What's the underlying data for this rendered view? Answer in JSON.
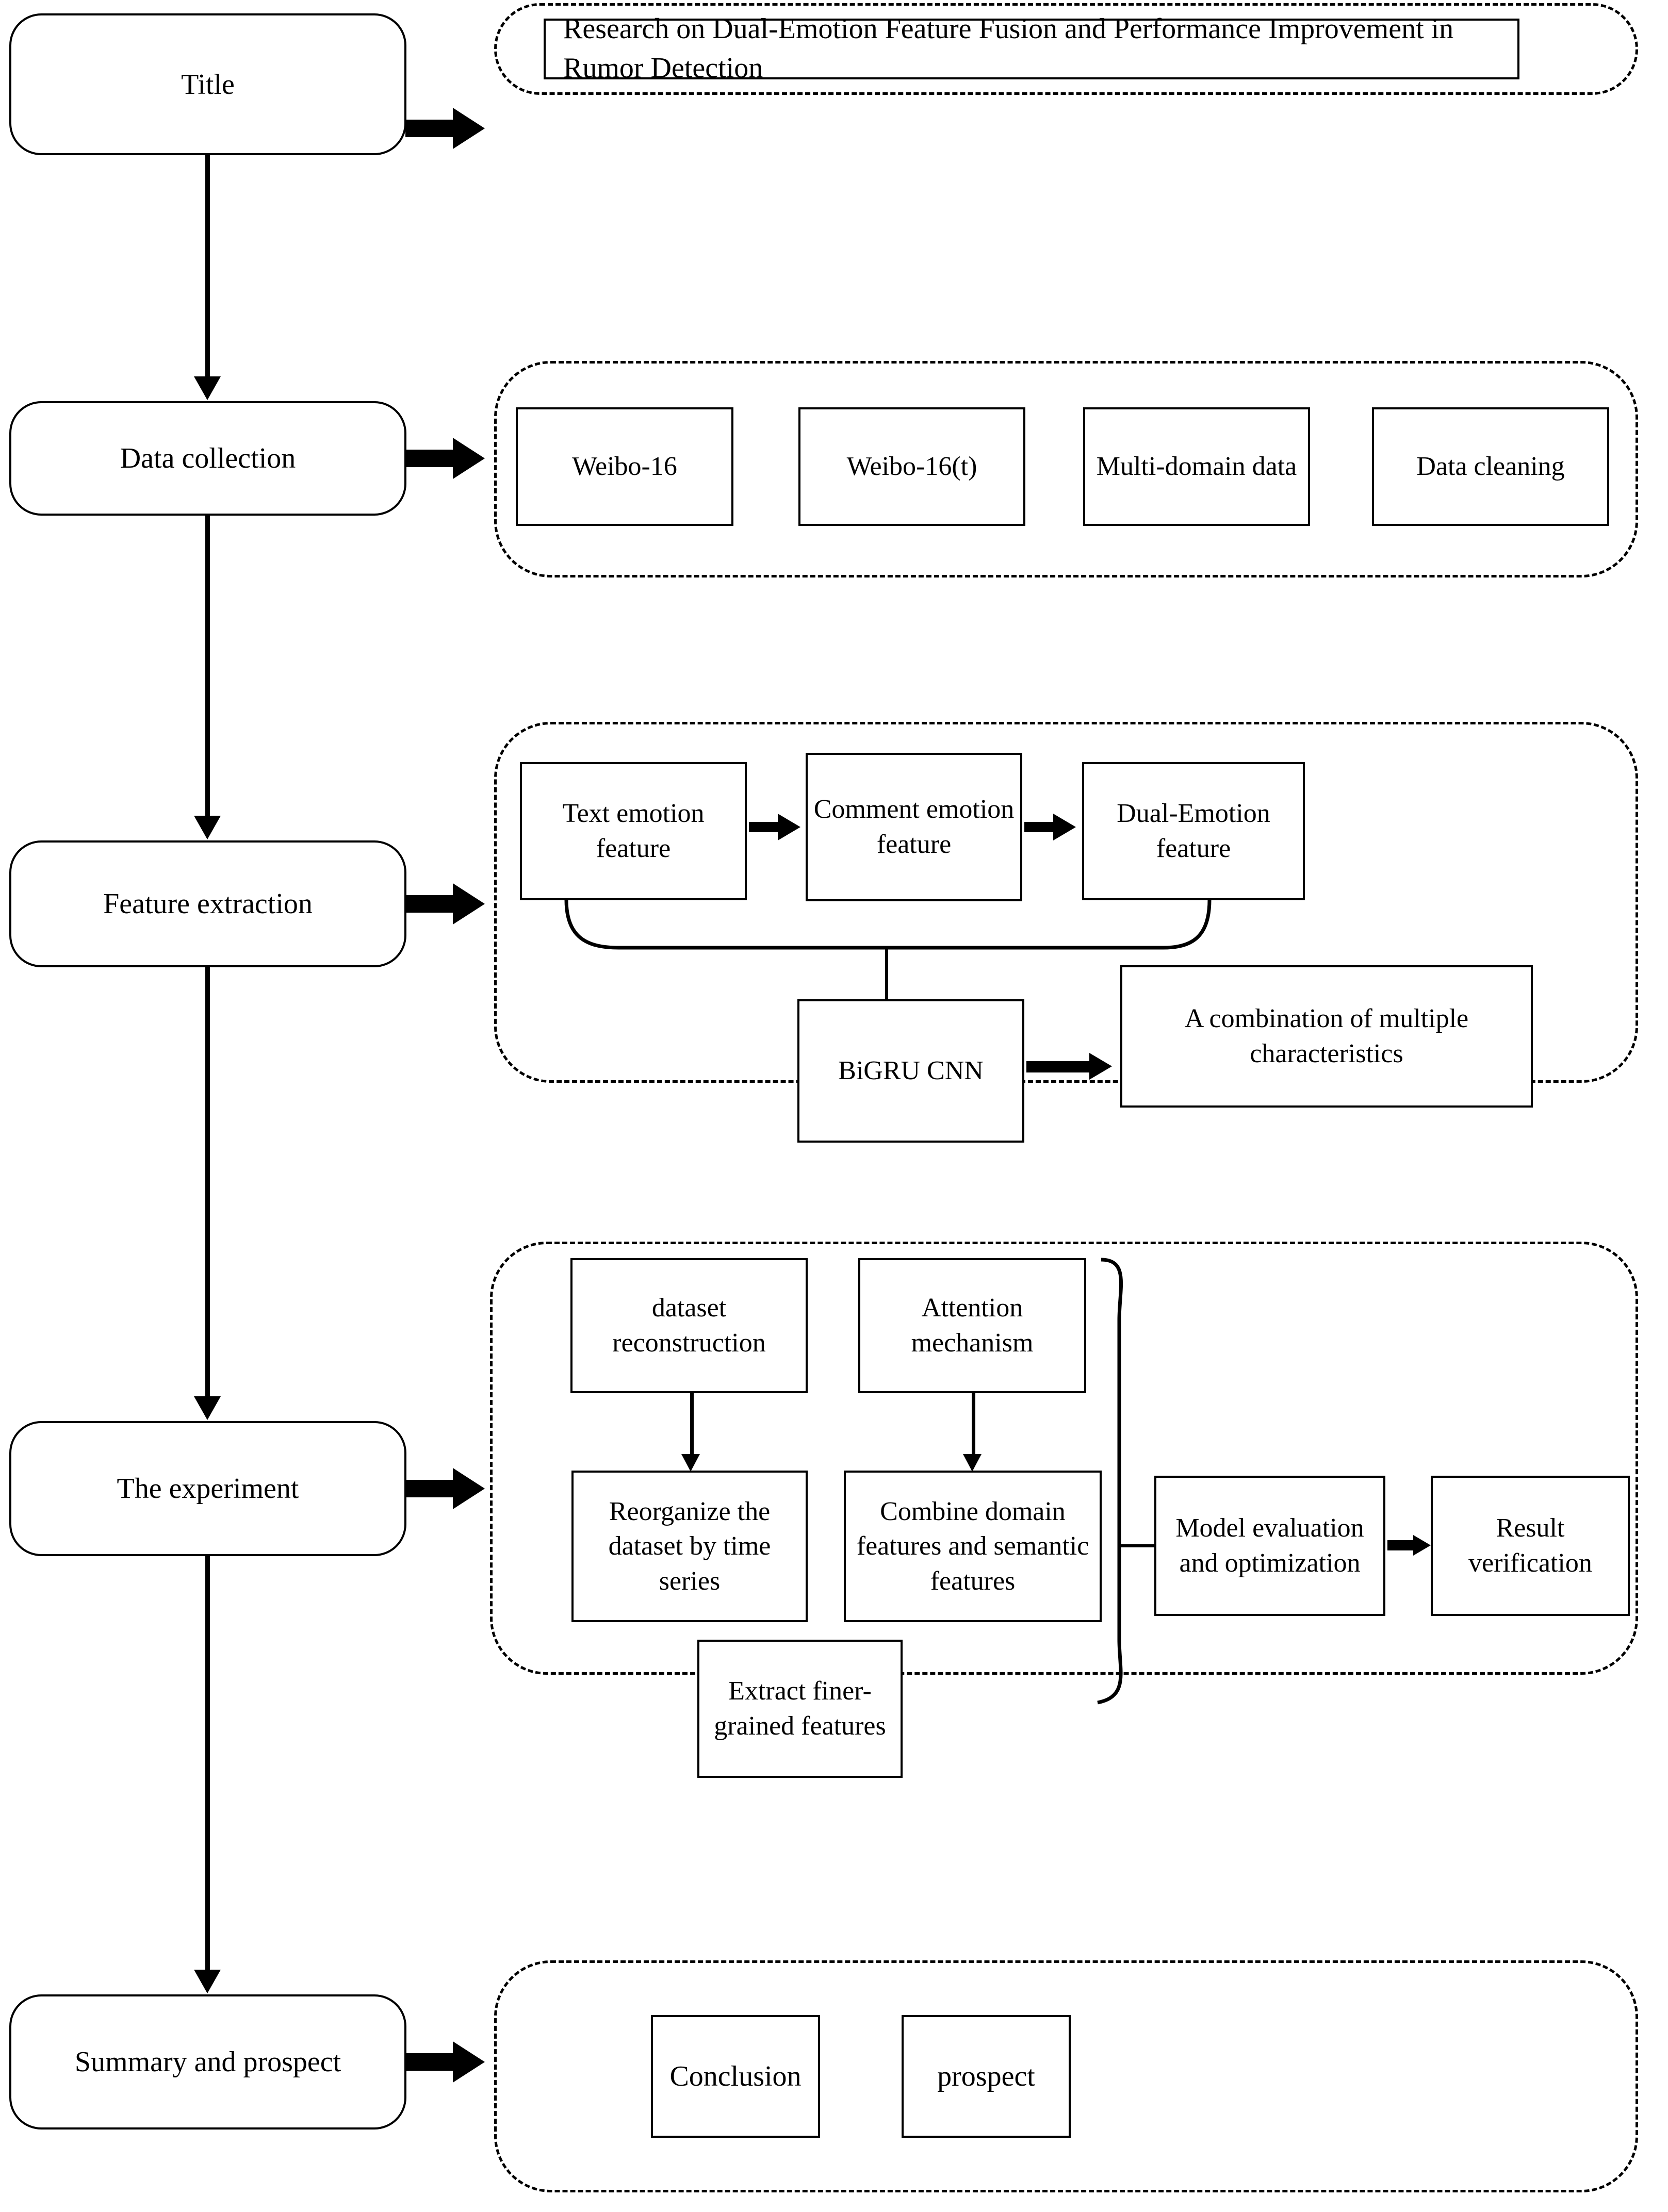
{
  "diagram": {
    "type": "flowchart",
    "orientation": "vertical-stages-with-detail-groups",
    "stages": [
      {
        "id": "title",
        "label": "Title",
        "details": [
          "Research on Dual-Emotion Feature Fusion and Performance Improvement in Rumor Detection"
        ]
      },
      {
        "id": "data-collection",
        "label": "Data collection",
        "details": [
          "Weibo-16",
          "Weibo-16(t)",
          "Multi-domain data",
          "Data cleaning"
        ]
      },
      {
        "id": "feature-extraction",
        "label": "Feature extraction",
        "details": [
          "Text emotion feature",
          "Comment emotion feature",
          "Dual-Emotion feature",
          "BiGRU CNN",
          "A combination of multiple characteristics"
        ]
      },
      {
        "id": "experiment",
        "label": "The experiment",
        "details": [
          "dataset reconstruction",
          "Attention mechanism",
          "Reorganize the dataset by time series",
          "Combine domain features and semantic features",
          "Extract finer- grained features",
          "Model evaluation and optimization",
          "Result verification"
        ]
      },
      {
        "id": "summary",
        "label": "Summary and prospect",
        "details": [
          "Conclusion",
          "prospect"
        ]
      }
    ]
  },
  "stage_labels": {
    "title": "Title",
    "data_collection": "Data collection",
    "feature_extraction": "Feature extraction",
    "experiment": "The experiment",
    "summary": "Summary and prospect"
  },
  "title_group": {
    "paper_title": "Research on Dual-Emotion Feature Fusion and Performance Improvement in Rumor Detection"
  },
  "data_group": {
    "weibo16": "Weibo-16",
    "weibo16t": "Weibo-16(t)",
    "multidomain": "Multi-domain data",
    "cleaning": "Data cleaning"
  },
  "feature_group": {
    "text_emotion": "Text emotion feature",
    "comment_emotion": "Comment emotion feature",
    "dual_emotion": "Dual-Emotion feature",
    "bigru_cnn": "BiGRU CNN",
    "combination": "A combination of multiple characteristics"
  },
  "experiment_group": {
    "dataset_reconstruction": "dataset reconstruction",
    "attention_mechanism": "Attention mechanism",
    "reorganize": "Reorganize the dataset by time series",
    "combine_domain": "Combine domain features and semantic features",
    "extract_finer": "Extract finer- grained features",
    "model_eval": "Model evaluation and optimization",
    "result_verification": "Result verification"
  },
  "summary_group": {
    "conclusion": "Conclusion",
    "prospect": "prospect"
  },
  "colors": {
    "stroke": "#000000",
    "background": "#ffffff",
    "fill": "#ffffff"
  }
}
